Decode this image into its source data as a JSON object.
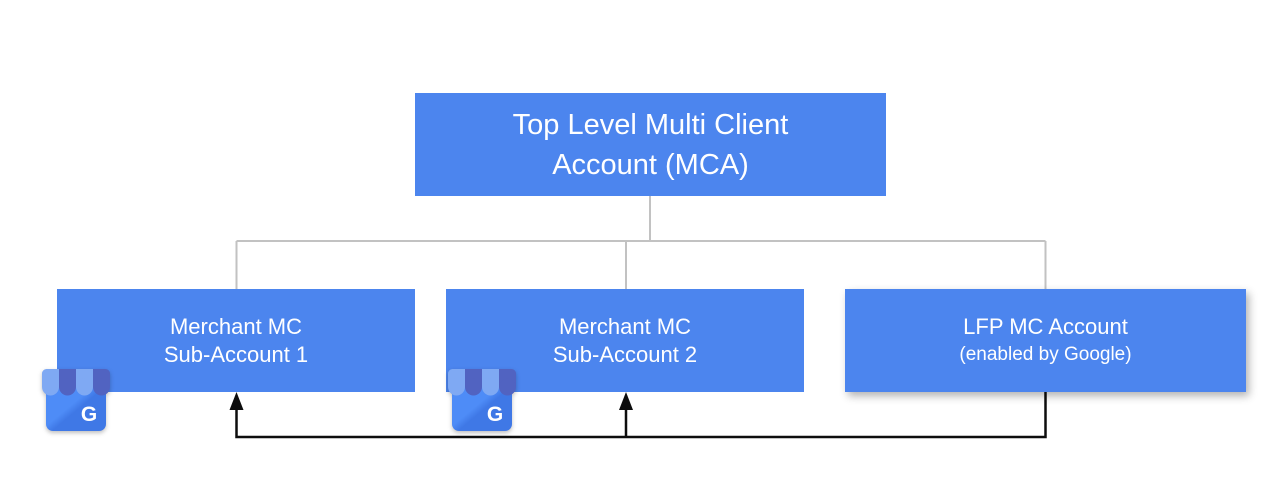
{
  "colors": {
    "page_background": "#FFFFFF",
    "box_blue": "#4C85EE",
    "text_white": "#FFFFFF",
    "connector_gray": "#C2C2C2",
    "arrow_black": "#0D0D0D",
    "icon_awning_light": "#7FA9F3",
    "icon_awning_dark": "#5163C1"
  },
  "nodes": {
    "mca": {
      "line1": "Top Level Multi Client",
      "line2": "Account (MCA)"
    },
    "sub1": {
      "line1": "Merchant MC",
      "line2": "Sub-Account 1"
    },
    "sub2": {
      "line1": "Merchant MC",
      "line2": "Sub-Account 2"
    },
    "lfp": {
      "line1": "LFP MC Account",
      "line2": "(enabled by Google)"
    }
  },
  "icons": {
    "google_letter": "G"
  }
}
